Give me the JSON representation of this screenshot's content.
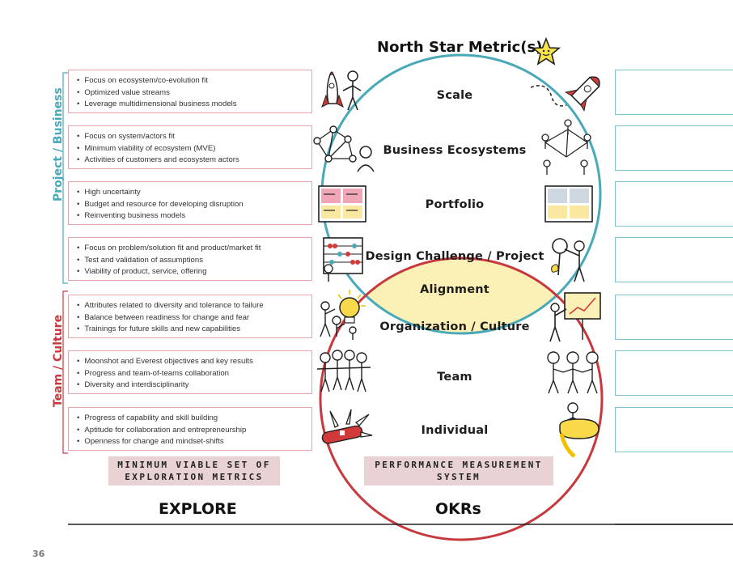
{
  "header": {
    "north_star": "North Star Metric(s)"
  },
  "levels": {
    "scale": "Scale",
    "business_ecosystems": "Business Ecosystems",
    "portfolio": "Portfolio",
    "design_challenge": "Design Challenge / Project",
    "alignment": "Alignment",
    "organization": "Organization / Culture",
    "team": "Team",
    "individual": "Individual"
  },
  "side_labels": {
    "project_business": "Project / Business",
    "team_culture": "Team / Culture"
  },
  "boxes": [
    {
      "items": [
        "Focus on ecosystem/co-evolution fit",
        "Optimized value streams",
        "Leverage multidimensional business models"
      ]
    },
    {
      "items": [
        "Focus on system/actors fit",
        "Minimum viability of ecosystem (MVE)",
        "Activities of customers and ecosystem actors"
      ]
    },
    {
      "items": [
        "High uncertainty",
        "Budget and resource for developing disruption",
        "Reinventing business models"
      ]
    },
    {
      "items": [
        "Focus on problem/solution fit and product/market fit",
        "Test and validation of assumptions",
        "Viability of product, service, offering"
      ]
    },
    {
      "items": [
        "Attributes related to diversity and tolerance to failure",
        "Balance between readiness for change and fear",
        "Trainings for future skills and new capabilities"
      ]
    },
    {
      "items": [
        "Moonshot and Everest objectives and key results",
        "Progress and team-of-teams collaboration",
        "Diversity and interdisciplinarity"
      ]
    },
    {
      "items": [
        "Progress of capability and skill building",
        "Aptitude for collaboration and entrepreneurship",
        "Openness for change and mindset-shifts"
      ]
    }
  ],
  "tags": {
    "explore_line1": "MINIMUM VIABLE SET OF",
    "explore_line2": "EXPLORATION METRICS",
    "okr_line1": "PERFORMANCE MEASUREMENT",
    "okr_line2": "SYSTEM"
  },
  "footer": {
    "explore": "EXPLORE",
    "okrs": "OKRs",
    "page_number": "36"
  },
  "colors": {
    "teal": "#4aa9b8",
    "red": "#c7393d",
    "pink_border": "#e2a6ad",
    "yellow": "#fbf1b6",
    "tag_bg": "#e9d2d4"
  },
  "icons": [
    "star-icon",
    "rocket-icon",
    "person-rocket-icon",
    "network-icon",
    "board-icon",
    "abacus-icon",
    "magnifier-icon",
    "lightbulb-icon",
    "chart-presentation-icon",
    "team-icon",
    "swiss-knife-icon",
    "measuring-tape-icon"
  ]
}
